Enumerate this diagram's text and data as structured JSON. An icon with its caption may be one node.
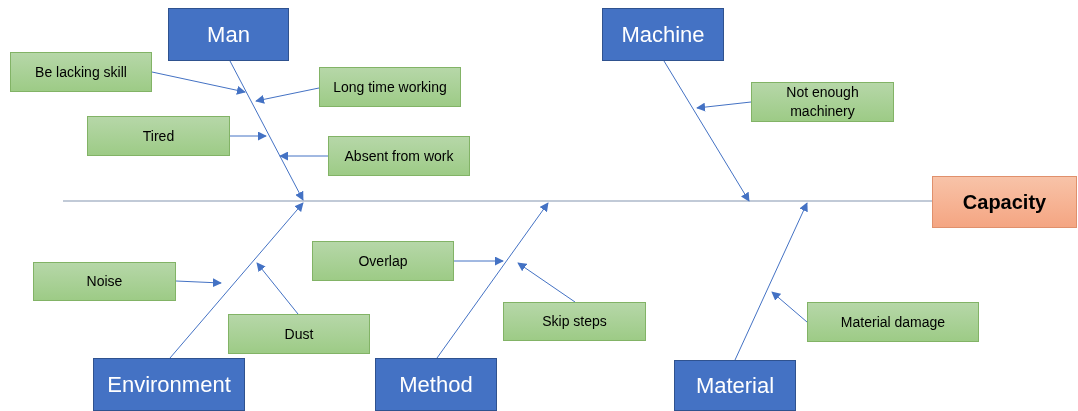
{
  "diagram": {
    "nodes": [
      {
        "text": [
          "Man"
        ]
      },
      {
        "text": [
          "Machine"
        ]
      },
      {
        "text": [
          "Capacity"
        ]
      },
      {
        "text": [
          "Environment"
        ]
      },
      {
        "text": [
          "Method"
        ]
      },
      {
        "text": [
          "Material"
        ]
      },
      {
        "text": [
          "Be lacking skill"
        ]
      },
      {
        "text": [
          "Long time working"
        ]
      },
      {
        "text": [
          "Tired"
        ]
      },
      {
        "text": [
          "Absent from work"
        ]
      },
      {
        "text": [
          "Not enough machinery"
        ]
      },
      {
        "text": [
          "Noise"
        ]
      },
      {
        "text": [
          "Dust"
        ]
      },
      {
        "text": [
          "Overlap"
        ]
      },
      {
        "text": [
          "Skip steps"
        ]
      },
      {
        "text": [
          "Material damage"
        ]
      }
    ],
    "edges": [
      {
        "from": null,
        "to": 2,
        "arrow": "none"
      },
      {
        "from": 0,
        "to": null,
        "arrow": "to"
      },
      {
        "from": 1,
        "to": null,
        "arrow": "to"
      },
      {
        "from": 3,
        "to": null,
        "arrow": "to"
      },
      {
        "from": 4,
        "to": null,
        "arrow": "to"
      },
      {
        "from": 5,
        "to": null,
        "arrow": "to"
      },
      {
        "from": 6,
        "to": null,
        "arrow": "to"
      },
      {
        "from": 7,
        "to": null,
        "arrow": "to"
      },
      {
        "from": 8,
        "to": null,
        "arrow": "to"
      },
      {
        "from": 9,
        "to": null,
        "arrow": "to"
      },
      {
        "from": 10,
        "to": null,
        "arrow": "to"
      },
      {
        "from": 11,
        "to": null,
        "arrow": "to"
      },
      {
        "from": 12,
        "to": null,
        "arrow": "to"
      },
      {
        "from": 13,
        "to": null,
        "arrow": "to"
      },
      {
        "from": 14,
        "to": null,
        "arrow": "to"
      },
      {
        "from": 15,
        "to": null,
        "arrow": "to"
      }
    ]
  }
}
